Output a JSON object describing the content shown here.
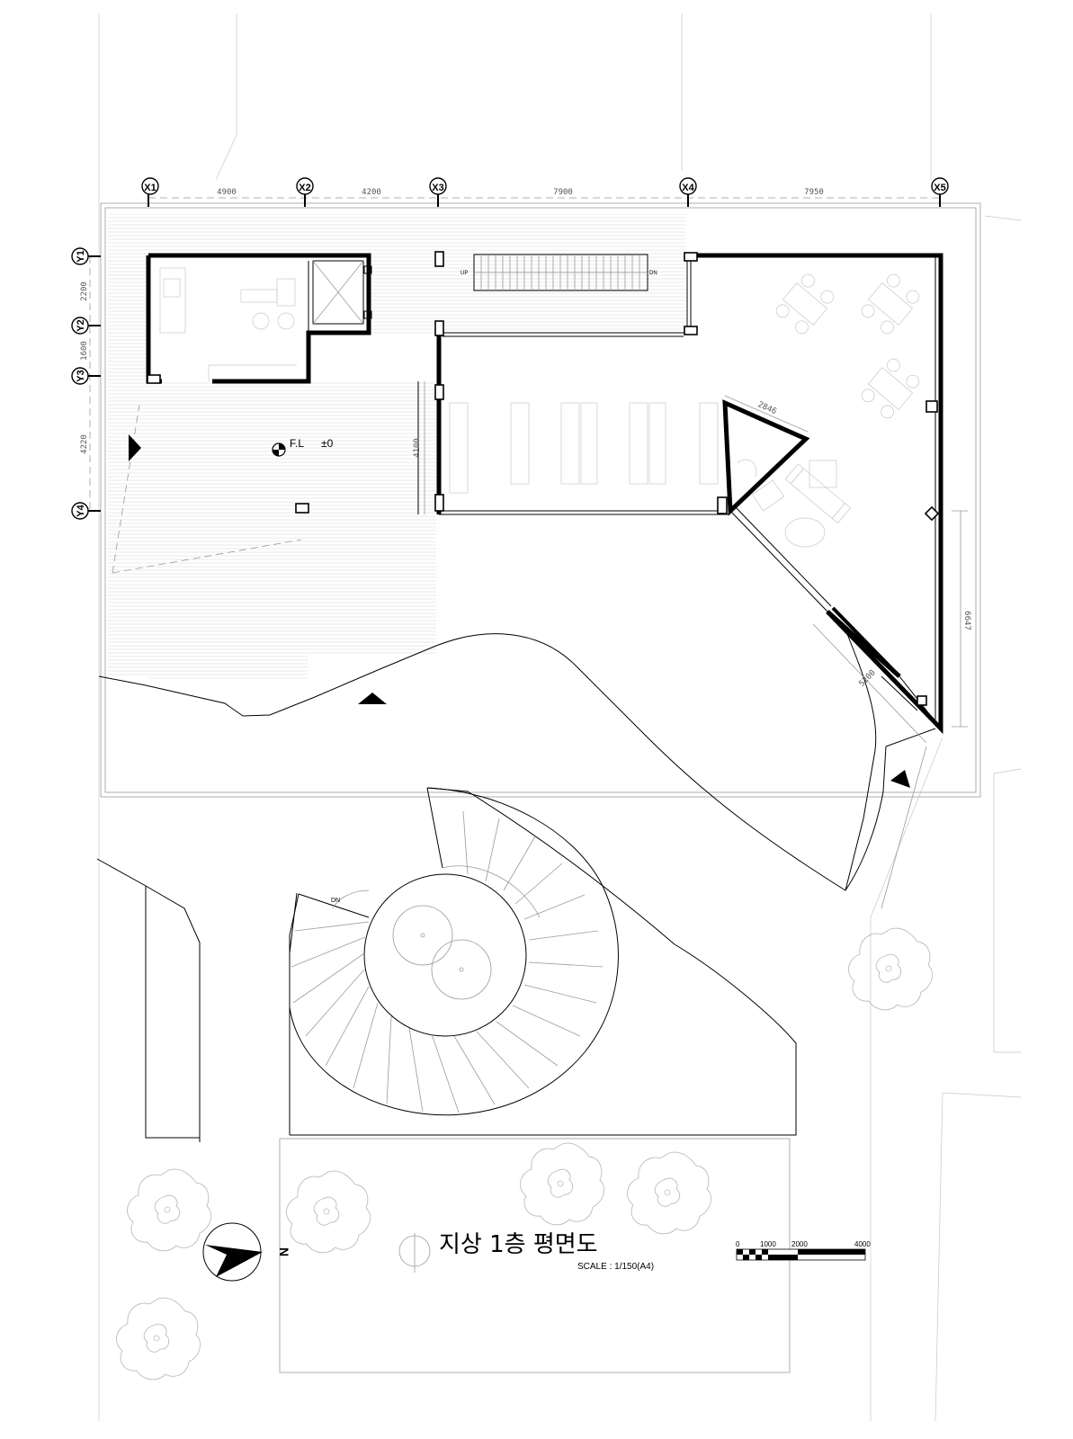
{
  "drawing": {
    "title": "지상 1층 평면도",
    "scale": "SCALE : 1/150(A4)",
    "level_label": "F.L",
    "level_value": "±0",
    "north_label": "N"
  },
  "grid_x": [
    {
      "label": "X1"
    },
    {
      "label": "X2"
    },
    {
      "label": "X3"
    },
    {
      "label": "X4"
    },
    {
      "label": "X5"
    }
  ],
  "grid_y": [
    {
      "label": "Y1"
    },
    {
      "label": "Y2"
    },
    {
      "label": "Y3"
    },
    {
      "label": "Y4"
    }
  ],
  "dims_x": [
    "4900",
    "4200",
    "7900",
    "7950"
  ],
  "dims_y": [
    "2200",
    "1600",
    "4220"
  ],
  "dims_other": {
    "d4100": "4100",
    "d2846": "2846",
    "d6647": "6647",
    "d5200": "5200"
  },
  "stair_labels": {
    "up": "UP",
    "dn_top": "DN",
    "dn_spiral": "DN"
  },
  "scale_bar": {
    "ticks": [
      "0",
      "1000",
      "2000",
      "4000"
    ]
  }
}
